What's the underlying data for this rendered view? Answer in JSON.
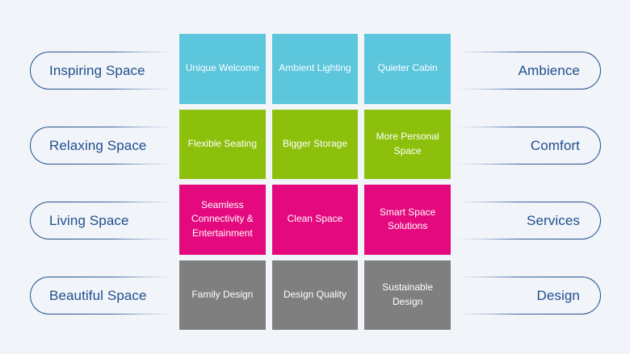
{
  "theme": {
    "background": "#f1f4f9",
    "pill_stroke": "#21508e",
    "pill_text": "#21508e",
    "tile_text": "#ffffff",
    "row_colors": [
      "#5bc6dc",
      "#8cc00c",
      "#e5097f",
      "#7f7f7f"
    ]
  },
  "left_labels": [
    {
      "text": "Inspiring Space"
    },
    {
      "text": "Relaxing Space"
    },
    {
      "text": "Living Space"
    },
    {
      "text": "Beautiful Space"
    }
  ],
  "right_labels": [
    {
      "text": "Ambience"
    },
    {
      "text": "Comfort"
    },
    {
      "text": "Services"
    },
    {
      "text": "Design"
    }
  ],
  "rows": [
    {
      "left": "Inspiring Space",
      "right": "Ambience",
      "color": "#5bc6dc",
      "tiles": [
        "Unique Welcome",
        "Ambient Lighting",
        "Quieter Cabin"
      ]
    },
    {
      "left": "Relaxing Space",
      "right": "Comfort",
      "color": "#8cc00c",
      "tiles": [
        "Flexible Seating",
        "Bigger Storage",
        "More Personal Space"
      ]
    },
    {
      "left": "Living Space",
      "right": "Services",
      "color": "#e5097f",
      "tiles": [
        "Seamless Connectivity & Entertainment",
        "Clean Space",
        "Smart Space Solutions"
      ]
    },
    {
      "left": "Beautiful Space",
      "right": "Design",
      "color": "#7f7f7f",
      "tiles": [
        "Family Design",
        "Design Quality",
        "Sustainable Design"
      ]
    }
  ],
  "tiles_flat": [
    "Unique Welcome",
    "Ambient Lighting",
    "Quieter Cabin",
    "Flexible Seating",
    "Bigger Storage",
    "More Personal Space",
    "Seamless Connectivity & Entertainment",
    "Clean Space",
    "Smart Space Solutions",
    "Family Design",
    "Design Quality",
    "Sustainable Design"
  ]
}
